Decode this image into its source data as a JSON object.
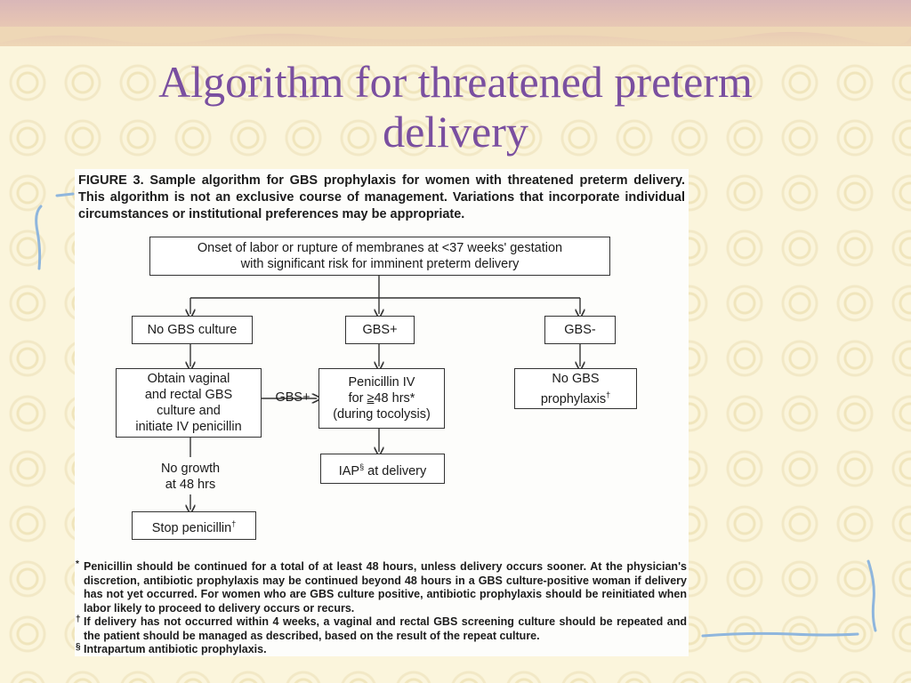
{
  "title": "Algorithm for threatened preterm delivery",
  "figure": {
    "caption": "FIGURE 3. Sample algorithm for GBS prophylaxis for women with threatened preterm delivery.  This algorithm is not an exclusive course of management. Variations that incorporate individual circumstances or institutional preferences may be appropriate.",
    "nodes": {
      "onset_line1": "Onset of labor or rupture of membranes at <37 weeks' gestation",
      "onset_line2": "with significant risk for imminent preterm delivery",
      "no_culture": "No GBS culture",
      "gbs_pos": "GBS+",
      "gbs_neg": "GBS-",
      "obtain_1": "Obtain vaginal",
      "obtain_2": "and rectal GBS",
      "obtain_3": "culture and",
      "obtain_4": "initiate IV penicillin",
      "gbs_pos_edge": "GBS+",
      "pen_1": "Penicillin IV",
      "pen_2_prefix": "for ",
      "pen_2_ge": "≥",
      "pen_2_rest": "48 hrs*",
      "pen_3": "(during tocolysis)",
      "no_proph_1": "No GBS",
      "no_proph_2": "prophylaxis",
      "no_proph_mark": "†",
      "iap": "IAP",
      "iap_mark": "§",
      "iap_rest": " at delivery",
      "no_growth_1": "No growth",
      "no_growth_2": "at 48 hrs",
      "stop": "Stop penicillin",
      "stop_mark": "†"
    },
    "footnotes": [
      {
        "mark": "*",
        "text": "Penicillin should be continued for a total of at least 48 hours, unless delivery occurs sooner. At the physician's discretion, antibiotic prophylaxis may be continued beyond 48 hours in a GBS culture-positive woman if delivery has not yet occurred. For women who are GBS culture positive, antibiotic prophylaxis should be reinitiated when labor likely to proceed to delivery occurs or recurs."
      },
      {
        "mark": "†",
        "text": "If delivery has not occurred within 4 weeks, a vaginal and rectal GBS screening culture should be repeated and the patient should be managed as described, based on the result of the repeat culture."
      },
      {
        "mark": "§",
        "text": "Intrapartum antibiotic prophylaxis."
      }
    ]
  },
  "colors": {
    "title": "#7a4fa0",
    "accent_blue": "#8fb6dd"
  }
}
